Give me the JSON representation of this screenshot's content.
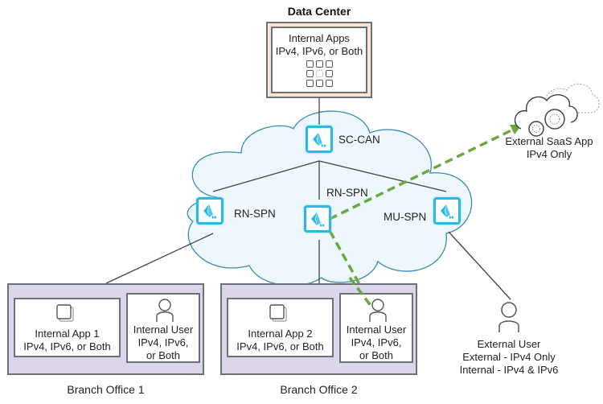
{
  "diagram": {
    "title": "Data Center",
    "data_center": {
      "line1": "Internal Apps",
      "line2": "IPv4, IPv6, or Both",
      "icon": "app-grid-icon"
    },
    "cloud_nodes": {
      "sc_can": "SC-CAN",
      "rn_spn_left": "RN-SPN",
      "rn_spn_center": "RN-SPN",
      "mu_spn": "MU-SPN"
    },
    "saas": {
      "line1": "External SaaS App",
      "line2": "IPv4 Only",
      "icon": "cloud-gears-icon"
    },
    "branch1": {
      "label": "Branch Office 1",
      "app_line1": "Internal App 1",
      "app_line2": "IPv4, IPv6, or Both",
      "user_line1": "Internal User",
      "user_line2": "IPv4, IPv6,",
      "user_line3": "or Both"
    },
    "branch2": {
      "label": "Branch Office 2",
      "app_line1": "Internal App 2",
      "app_line2": "IPv4, IPv6, or Both",
      "user_line1": "Internal User",
      "user_line2": "IPv4, IPv6,",
      "user_line3": "or Both"
    },
    "external_user": {
      "line1": "External User",
      "line2": "External - IPv4 Only",
      "line3": "Internal - IPv4 & IPv6"
    },
    "colors": {
      "cloud_fill": "#eef7fb",
      "cloud_stroke": "#3a8bb0",
      "spn_accent": "#29b8e8",
      "dashed_path": "#6ca743",
      "data_center_fill": "#fde4cf",
      "branch_fill": "#ddd5ea"
    }
  }
}
